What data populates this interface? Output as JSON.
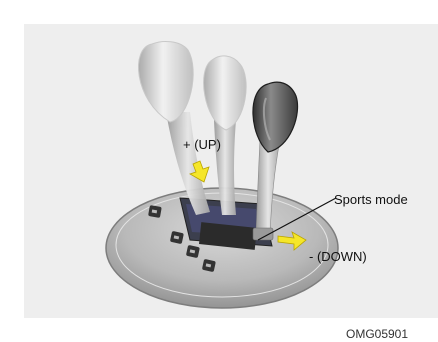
{
  "labels": {
    "up": "+ (UP)",
    "sports_mode": "Sports mode",
    "down": "- (DOWN)"
  },
  "figure_code": "OMG05901",
  "colors": {
    "panel": "#eeeeee",
    "arrow": "#f5e629",
    "lever_light": "#d9d9d9",
    "lever_dark": "#4a4a4a",
    "base": "#b5b5b5"
  },
  "icons": [
    "shift-lever-icon",
    "up-arrow-icon",
    "down-arrow-icon"
  ]
}
